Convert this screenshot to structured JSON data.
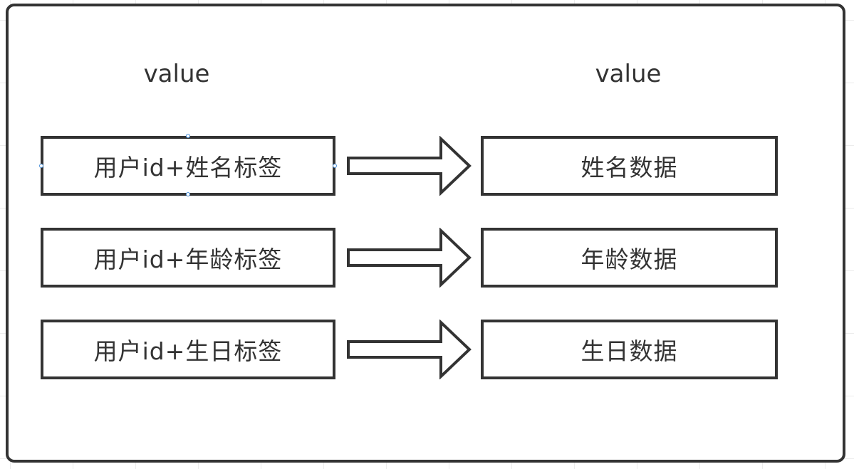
{
  "diagram": {
    "headers": {
      "left": "value",
      "right": "value"
    },
    "rows": [
      {
        "key_label": "用户id+姓名标签",
        "value_label": "姓名数据",
        "selected": true
      },
      {
        "key_label": "用户id+年龄标签",
        "value_label": "年龄数据",
        "selected": false
      },
      {
        "key_label": "用户id+生日标签",
        "value_label": "生日数据",
        "selected": false
      }
    ],
    "arrow_icon": "right-block-arrow-icon",
    "colors": {
      "stroke": "#333333",
      "background": "#ffffff",
      "grid": "#ececec",
      "selection_handle": "#4a90d9"
    }
  }
}
